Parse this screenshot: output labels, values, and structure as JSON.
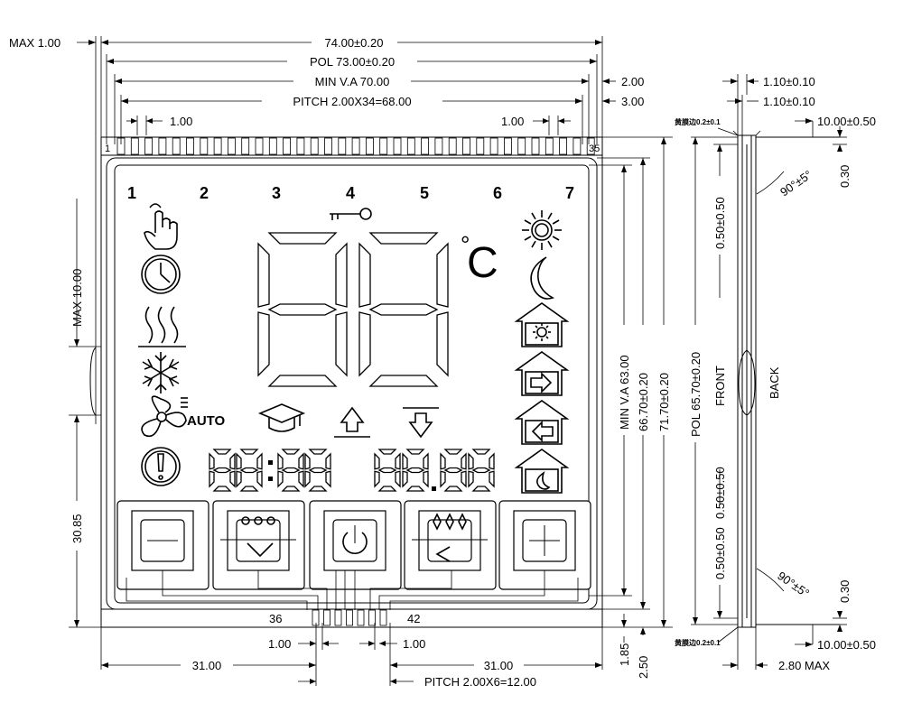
{
  "dimensions": {
    "max_left": "MAX 1.00",
    "overall": "74.00±0.20",
    "pol": "POL 73.00±0.20",
    "min_va": "MIN V.A 70.00",
    "pitch_top": "PITCH 2.00X34=68.00",
    "pin_w_left": "1.00",
    "pin_w_right": "1.00",
    "right_2": "2.00",
    "right_3": "3.00",
    "pin_first": "1",
    "pin_last": "35",
    "max_10": "MAX 10.00",
    "h_3085": "30.85",
    "pin_36": "36",
    "pin_42": "42",
    "bottom_pin_left": "1.00",
    "bottom_pin_right": "1.00",
    "bottom_31_left": "31.00",
    "bottom_31_right": "31.00",
    "pitch_bottom": "PITCH 2.00X6=12.00",
    "min_va_v": "MIN V.A 63.00",
    "h_6670": "66.70±0.20",
    "h_7170": "71.70±0.20",
    "h_185": "1.85",
    "h_250": "2.50",
    "side_110_a": "1.10±0.10",
    "side_110_b": "1.10±0.10",
    "side_1000_top": "10.00±0.50",
    "side_1000_bot": "10.00±0.50",
    "side_030_top": "0.30",
    "side_030_bot": "0.30",
    "side_050_top": "0.50±0.50",
    "side_050_mid": "0.50±0.50",
    "side_050_bot": "0.50±0.50",
    "side_pol": "POL 65.70±0.20",
    "side_angle_top": "90°±5°",
    "side_angle_bot": "90°±5°",
    "side_280": "2.80 MAX",
    "side_chamfer_top": "黄膜边0.2±0.1",
    "side_chamfer_bot": "黄膜边0.2±0.1",
    "front": "FRONT",
    "back": "BACK"
  },
  "lcd": {
    "day_numbers": [
      "1",
      "2",
      "3",
      "4",
      "5",
      "6",
      "7"
    ],
    "celsius": "°C",
    "fan_mode": "AUTO"
  },
  "icons": [
    "hand-icon",
    "clock-icon",
    "heat-icon",
    "snowflake-icon",
    "fan-icon",
    "warning-icon",
    "key-icon",
    "sun-icon",
    "moon-icon",
    "home-sun-icon",
    "home-enter-icon",
    "home-exit-icon",
    "home-moon-icon",
    "graduation-cap-icon",
    "up-arrow-icon",
    "down-arrow-icon"
  ],
  "buttons": [
    "minus-button",
    "mode-button",
    "power-button",
    "program-button",
    "plus-button"
  ]
}
